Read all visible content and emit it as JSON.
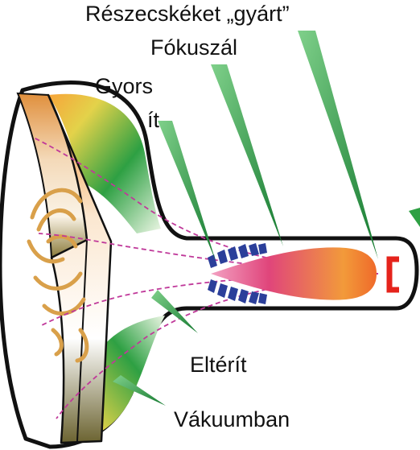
{
  "labels": {
    "particle_source": "Részecskéket „gyárt”",
    "focus": "Fókuszál",
    "accelerate_line1": "Gyors",
    "accelerate_line2": "ít",
    "deflect": "Eltérít",
    "vacuum": "Vákuumban"
  },
  "colors": {
    "pointer_green": "#1f8a3a",
    "phosphor_green": "#2ea043",
    "screen_orange": "#f08a24",
    "beam_pink": "#e0457b",
    "beam_orange": "#f29a3a",
    "deflection_coil_blue": "#2b3f9a",
    "cathode_red": "#e5231b",
    "tube_outline": "#111111",
    "trajectory_magenta": "#c0399a",
    "image_pattern_tan": "#d9a04a"
  }
}
